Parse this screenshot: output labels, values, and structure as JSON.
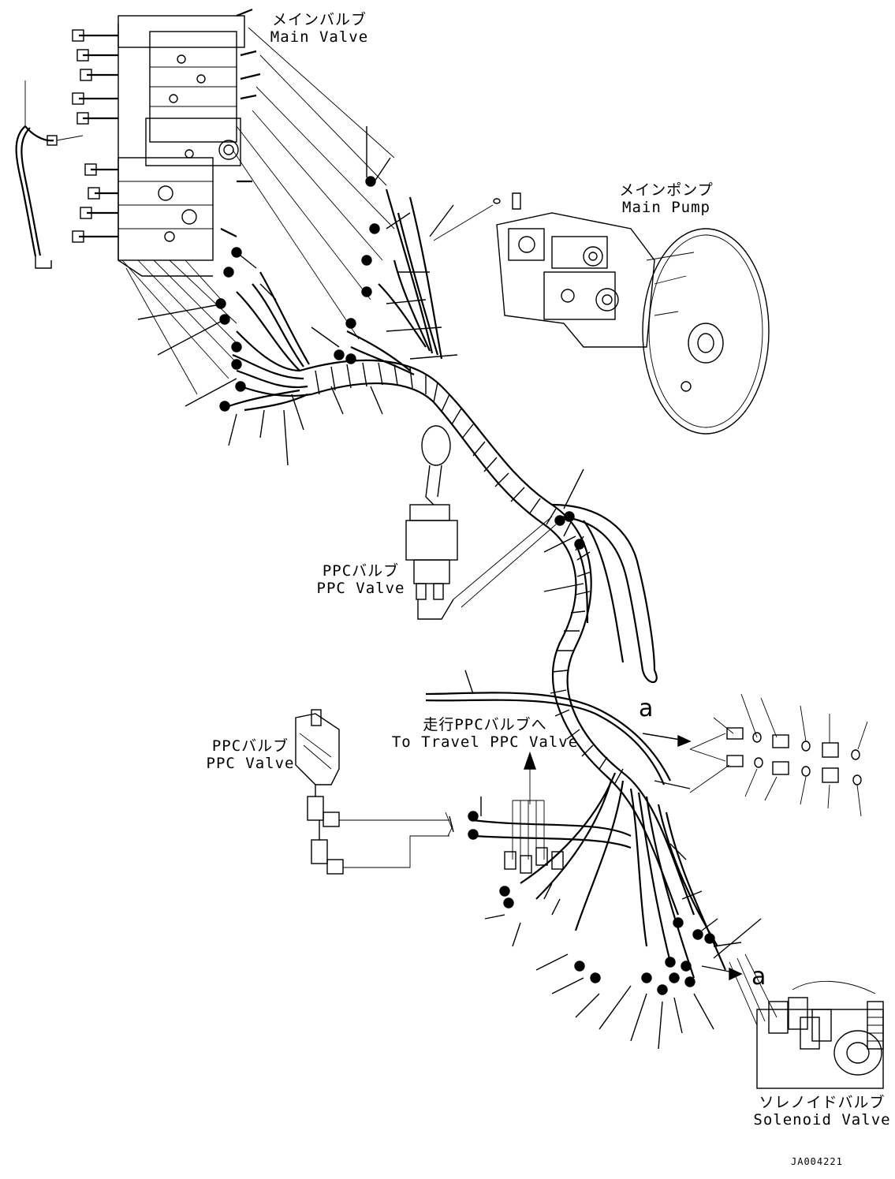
{
  "labels": {
    "main_valve": {
      "jp": "メインバルブ",
      "en": "Main Valve"
    },
    "main_pump": {
      "jp": "メインポンプ",
      "en": "Main Pump"
    },
    "ppc_valve_upper": {
      "jp": "PPCバルブ",
      "en": "PPC Valve"
    },
    "ppc_valve_lower": {
      "jp": "PPCバルブ",
      "en": "PPC Valve"
    },
    "travel_ppc": {
      "jp": "走行PPCバルブへ",
      "en": "To Travel PPC Valve"
    },
    "solenoid_valve": {
      "jp": "ソレノイドバルブ",
      "en": "Solenoid Valve"
    },
    "detail_ref_1": "a",
    "detail_ref_2": "a",
    "drawing_code": "JA004221"
  }
}
